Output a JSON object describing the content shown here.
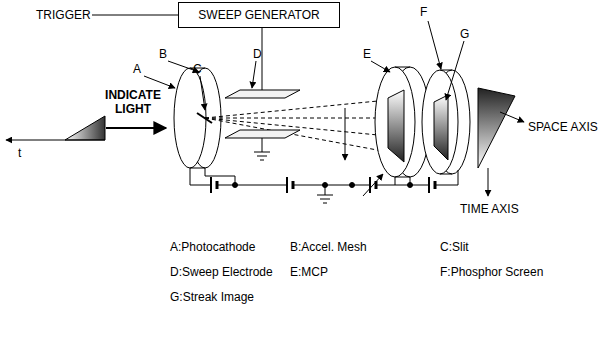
{
  "diagram": {
    "nodes": [
      {
        "text": [
          "SWEEP GENERATOR"
        ]
      }
    ],
    "labels": [
      "TRIGGER",
      "A",
      "B",
      "C",
      "D",
      "E",
      "F",
      "G",
      "INDICATE LIGHT",
      "t",
      "SPACE AXIS",
      "TIME AXIS",
      "A:Photocathode",
      "B:Accel. Mesh",
      "C:Slit",
      "D:Sweep Electrode",
      "E:MCP",
      "F:Phosphor Screen",
      "G:Streak Image"
    ]
  }
}
